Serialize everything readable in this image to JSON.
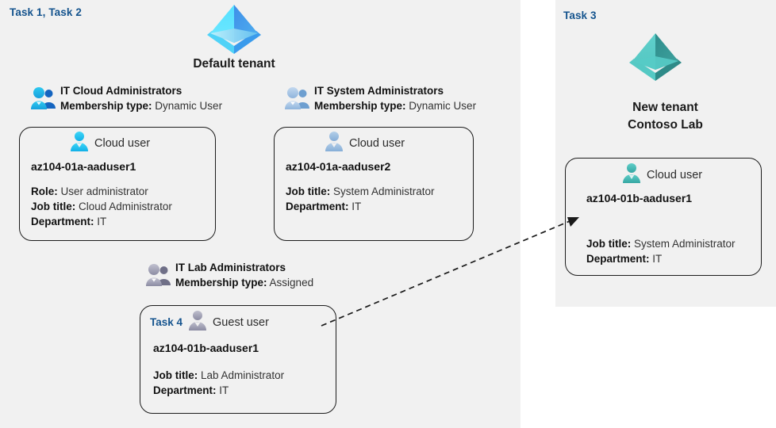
{
  "panels": {
    "left": {
      "task_label": "Task 1, Task 2"
    },
    "right": {
      "task_label": "Task 3"
    }
  },
  "tenants": [
    {
      "icon": "azure-tenant-diamond-icon",
      "color": "#3fa2f7",
      "name_line1": "Default tenant",
      "name_line2": ""
    },
    {
      "icon": "azure-tenant-diamond-icon",
      "color": "#45b3ae",
      "name_line1": "New  tenant",
      "name_line2": "Contoso Lab"
    }
  ],
  "groups": [
    {
      "icon": "group-users-icon",
      "icon_color": "#17a6e8",
      "name": "IT Cloud Administrators",
      "meta_label": "Membership type:",
      "meta_value": "Dynamic User"
    },
    {
      "icon": "group-users-icon",
      "icon_color": "#9ec0e3",
      "name": "IT System Administrators",
      "meta_label": "Membership type:",
      "meta_value": "Dynamic User"
    },
    {
      "icon": "group-users-icon",
      "icon_color": "#9b9bb0",
      "name": "IT Lab Administrators",
      "meta_label": "Membership type:",
      "meta_value": "Assigned"
    }
  ],
  "cards": [
    {
      "task": "",
      "user_icon": "cloud-user-icon",
      "icon_color": "#29c2f2",
      "user_type": "Cloud user",
      "upn": "az104-01a-aaduser1",
      "props": [
        {
          "label": "Role:",
          "value": "User administrator"
        },
        {
          "label": "Job title:",
          "value": "Cloud Administrator"
        },
        {
          "label": "Department:",
          "value": "IT"
        }
      ]
    },
    {
      "task": "",
      "user_icon": "cloud-user-icon",
      "icon_color": "#8fb4da",
      "user_type": "Cloud user",
      "upn": "az104-01a-aaduser2",
      "props": [
        {
          "label": "Job title:",
          "value": "System Administrator"
        },
        {
          "label": "Department:",
          "value": "IT"
        }
      ]
    },
    {
      "task": "Task 4",
      "user_icon": "guest-user-icon",
      "icon_color": "#9b9bb0",
      "user_type": "Guest user",
      "upn": "az104-01b-aaduser1",
      "props": [
        {
          "label": "Job title:",
          "value": "Lab Administrator"
        },
        {
          "label": "Department:",
          "value": "IT"
        }
      ]
    },
    {
      "task": "",
      "user_icon": "cloud-user-icon",
      "icon_color": "#45b3ae",
      "user_type": "Cloud user",
      "upn": "az104-01b-aaduser1",
      "props": [
        {
          "label": "Job title:",
          "value": "System Administrator"
        },
        {
          "label": "Department:",
          "value": "IT"
        }
      ]
    }
  ],
  "connector": {
    "name": "guest-invite-arrow",
    "style": "dashed-arrow",
    "color": "#1a1a1a"
  },
  "colors": {
    "panel_bg": "#f1f1f1",
    "page_bg": "#ffffff",
    "task_accent": "#15548e",
    "card_border": "#1c1c1c",
    "text": "#1a1a1a"
  }
}
